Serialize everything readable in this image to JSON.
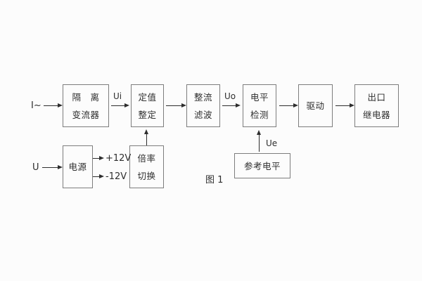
{
  "figure": {
    "caption": "图 1"
  },
  "labels": {
    "input_current": "I~",
    "input_voltage": "U",
    "ui": "Ui",
    "uo": "Uo",
    "ue": "Ue",
    "plus_12v": "+12V",
    "minus_12v": "-12V"
  },
  "blocks": {
    "isolation_converter": {
      "line1": "隔　离",
      "line2": "变流器"
    },
    "setting_adjust": {
      "line1": "定值",
      "line2": "整定"
    },
    "rectify_filter": {
      "line1": "整流",
      "line2": "滤波"
    },
    "level_detect": {
      "line1": "电平",
      "line2": "检测"
    },
    "drive": {
      "line1": "驱动"
    },
    "output_relay": {
      "line1": "出口",
      "line2": "继电器"
    },
    "power_supply": {
      "line1": "电源"
    },
    "ratio_switch": {
      "line1": "倍率",
      "line2": "切换"
    },
    "reference_level": {
      "line1": "参考电平"
    }
  },
  "colors": {
    "background": "#fcfcfc",
    "box_border": "#7d7d7d",
    "line": "#2e2e2e"
  }
}
